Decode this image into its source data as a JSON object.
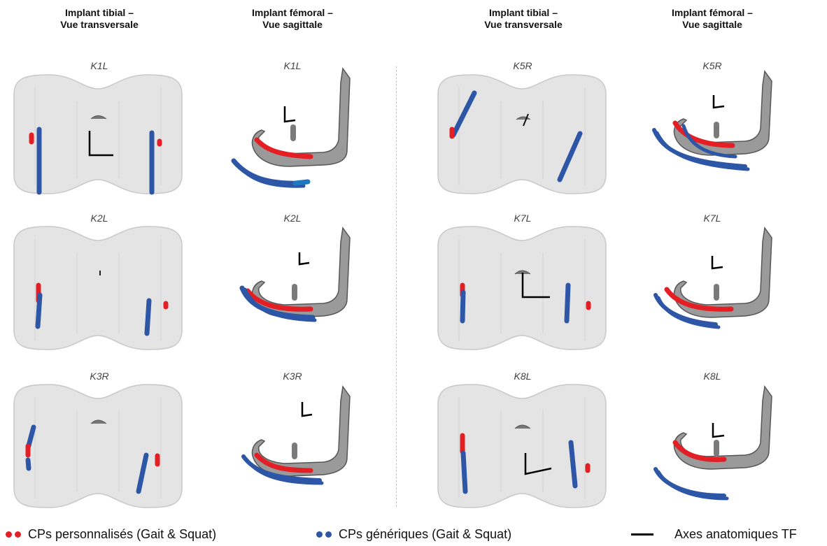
{
  "headers": {
    "tibial": "Implant tibial –\nVue transversale",
    "femoral": "Implant fémoral –\nVue sagittale"
  },
  "panels": [
    {
      "id": "K1L",
      "variant": 1
    },
    {
      "id": "K2L",
      "variant": 2
    },
    {
      "id": "K3R",
      "variant": 3
    },
    {
      "id": "K5R",
      "variant": 4
    },
    {
      "id": "K7L",
      "variant": 5
    },
    {
      "id": "K8L",
      "variant": 6
    }
  ],
  "legend": {
    "personalized": "CPs personnalisés (Gait & Squat)",
    "generic": "CPs génériques (Gait & Squat)",
    "axes": "Axes anatomiques TF"
  },
  "colors": {
    "personalized": "#e31e24",
    "generic": "#2e56a6",
    "generic_light": "#1f78c2",
    "axes": "#000000",
    "implant": "#9a9a9a",
    "tibial_mesh": "#e3e3e3"
  }
}
